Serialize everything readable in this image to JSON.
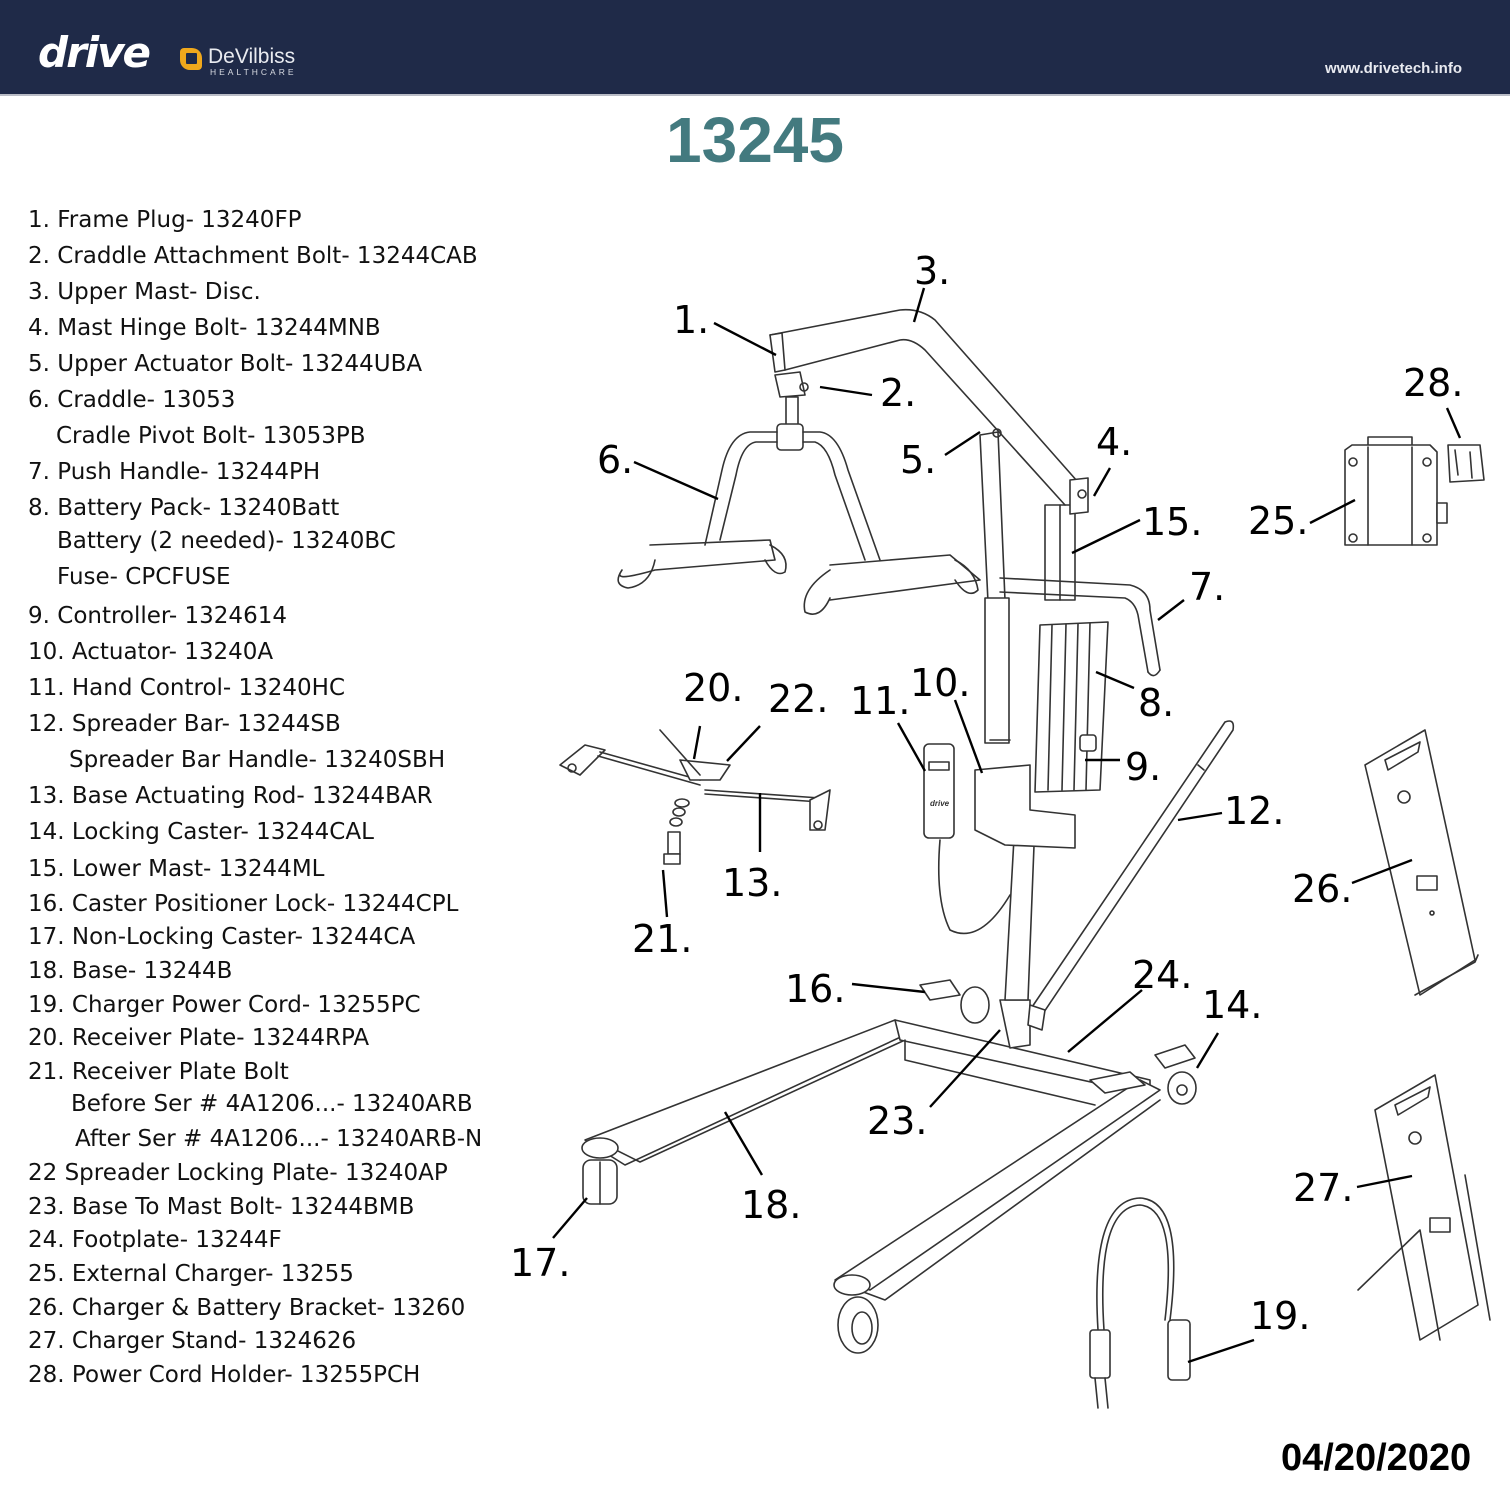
{
  "header": {
    "brand": "drive",
    "partner_name": "DeVilbiss",
    "partner_sub": "HEALTHCARE",
    "url": "www.drivetech.info",
    "background_color": "#1f2a48",
    "partner_accent_color": "#f0a81c"
  },
  "model_number": "13245",
  "model_color": "#437a7f",
  "parts": [
    "1. Frame Plug- 13240FP",
    "2. Craddle Attachment Bolt- 13244CAB",
    "3. Upper Mast- Disc.",
    "4. Mast Hinge Bolt- 13244MNB",
    "5. Upper Actuator Bolt- 13244UBA",
    "6. Craddle- 13053",
    "Cradle Pivot Bolt- 13053PB",
    "7. Push Handle- 13244PH",
    "8. Battery Pack- 13240Batt",
    "Battery (2 needed)- 13240BC",
    "Fuse- CPCFUSE",
    "9. Controller- 1324614",
    "10. Actuator- 13240A",
    "11. Hand Control- 13240HC",
    "12. Spreader Bar- 13244SB",
    "Spreader Bar Handle- 13240SBH",
    "13. Base Actuating Rod- 13244BAR",
    "14. Locking Caster- 13244CAL",
    "15. Lower Mast- 13244ML",
    "16. Caster Positioner Lock- 13244CPL",
    "17. Non-Locking Caster- 13244CA",
    "18. Base- 13244B",
    "19. Charger Power Cord- 13255PC",
    "20. Receiver Plate- 13244RPA",
    "21. Receiver Plate Bolt",
    "Before Ser # 4A1206...- 13240ARB",
    "After Ser # 4A1206...- 13240ARB-N",
    "22  Spreader Locking Plate- 13240AP",
    "23. Base To Mast Bolt- 13244BMB",
    "24. Footplate- 13244F",
    "25. External Charger- 13255",
    "26. Charger & Battery Bracket- 13260",
    "27. Charger Stand- 1324626",
    "28. Power Cord Holder- 13255PCH"
  ],
  "callouts": [
    "1.",
    "2.",
    "3.",
    "4.",
    "5.",
    "6.",
    "7.",
    "8.",
    "9.",
    "10.",
    "11.",
    "12.",
    "13.",
    "14.",
    "15.",
    "16.",
    "17.",
    "18.",
    "19.",
    "20.",
    "21.",
    "22.",
    "23.",
    "24.",
    "25.",
    "26.",
    "27.",
    "28."
  ],
  "hand_control_logo": "drive",
  "date": "04/20/2020"
}
